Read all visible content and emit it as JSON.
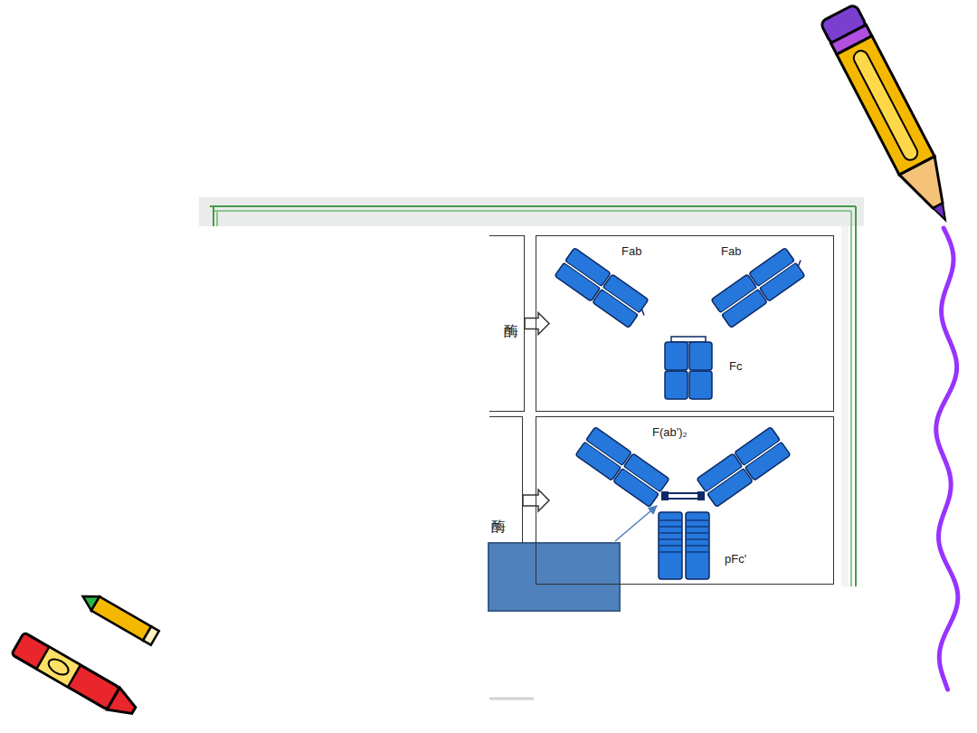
{
  "diagram": {
    "nodes": [
      {
        "text": [
          "酶"
        ]
      },
      {
        "text": [
          "Fab",
          "Fab",
          "Fc"
        ]
      },
      {
        "text": [
          "酶"
        ]
      },
      {
        "text": [
          "F(ab')₂",
          "pFc'"
        ]
      }
    ],
    "edges": [
      {
        "from": 0,
        "to": 1,
        "arrow": "to"
      },
      {
        "from": 2,
        "to": 3,
        "arrow": "to"
      }
    ]
  }
}
